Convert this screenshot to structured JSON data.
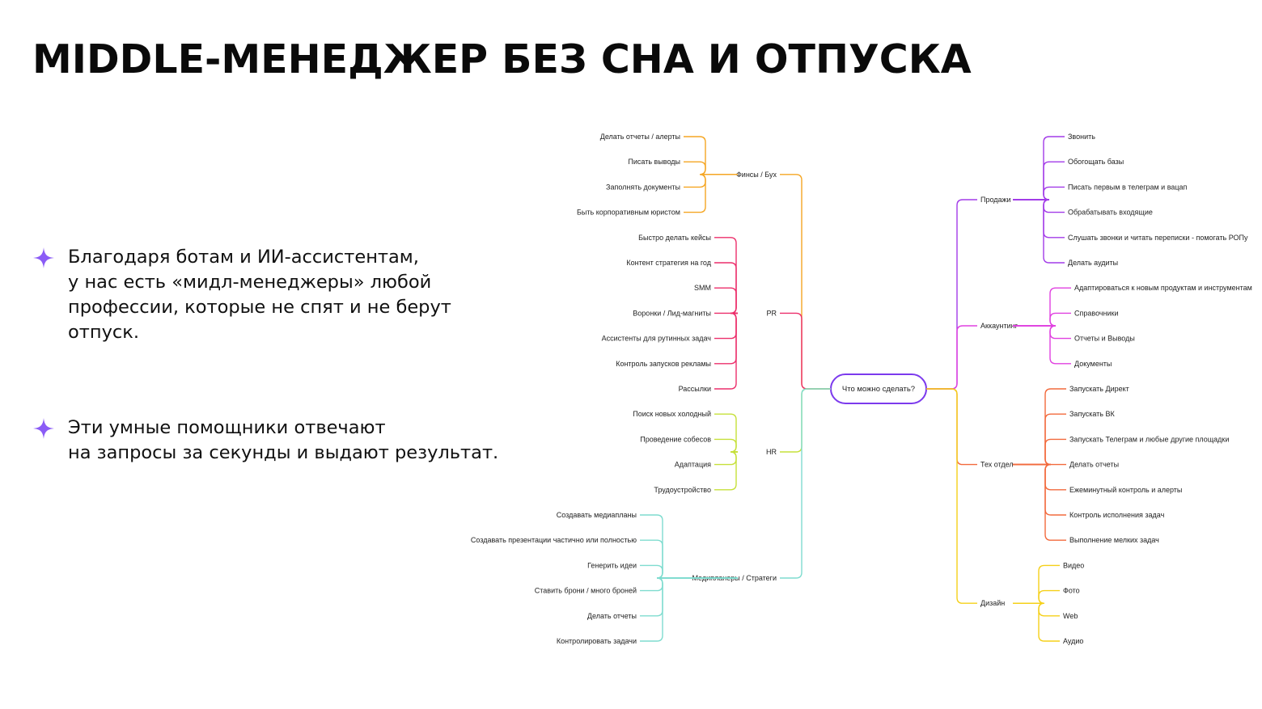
{
  "title": "MIDDLE-МЕНЕДЖЕР БЕЗ СНА И ОТПУСКА",
  "bullets": [
    {
      "icon": "sparkle-icon",
      "lines": [
        "Благодаря ботам и ИИ-ассистентам,",
        "у нас есть «мидл-менеджеры» любой",
        "профессии, которые не спят и не берут",
        "отпуск."
      ]
    },
    {
      "icon": "sparkle-icon",
      "lines": [
        "Эти умные помощники отвечают",
        "на запросы за секунды и выдают результат."
      ]
    }
  ],
  "accent_color": "#8b5cf6",
  "mindmap": {
    "center": {
      "label": "Что можно сделать?",
      "color": "#7c3aed"
    },
    "left": [
      {
        "label": "Финсы / Бух",
        "color": "#f5a623",
        "items": [
          "Делать отчеты / алерты",
          "Писать выводы",
          "Заполнять документы",
          "Быть корпоративным юристом"
        ]
      },
      {
        "label": "PR",
        "color": "#ec2f6b",
        "items": [
          "Быстро делать кейсы",
          "Контент стратегия на год",
          "SMM",
          "Воронки / Лид-магниты",
          "Ассистенты для рутинных задач",
          "Контроль запусков рекламы",
          "Рассылки"
        ]
      },
      {
        "label": "HR",
        "color": "#c6e03a",
        "items": [
          "Поиск новых холодный",
          "Проведение собесов",
          "Адаптация",
          "Трудоустройство"
        ]
      },
      {
        "label": "Медипланеры / Стратеги",
        "color": "#7fdccf",
        "items": [
          "Создавать медиапланы",
          "Создавать презентации частично или полностью",
          "Генерить идеи",
          "Ставить брони / много броней",
          "Делать отчеты",
          "Контролировать задачи"
        ]
      }
    ],
    "right": [
      {
        "label": "Продажи",
        "color": "#a23be8",
        "items": [
          "Звонить",
          "Обогощать базы",
          "Писать первым в телеграм и вацап",
          "Обрабатывать входящие",
          "Слушать звонки и читать переписки - помогать РОПу",
          "Делать аудиты"
        ]
      },
      {
        "label": "Аккаунтинг",
        "color": "#e040e0",
        "items": [
          "Адаптироваться к новым продуктам и инструментам",
          "Справочники",
          "Отчеты и Выводы",
          "Документы"
        ]
      },
      {
        "label": "Тех отдел",
        "color": "#f26a3d",
        "items": [
          "Запускать Директ",
          "Запускать ВК",
          "Запускать Телеграм и  любые другие площадки",
          "Делать отчеты",
          "Ежеминутный контроль и алерты",
          "Контроль исполнения задач",
          "Выполнение мелких задач"
        ]
      },
      {
        "label": "Дизайн",
        "color": "#f5d019",
        "items": [
          "Видео",
          "Фото",
          "Web",
          "Аудио"
        ]
      }
    ]
  }
}
